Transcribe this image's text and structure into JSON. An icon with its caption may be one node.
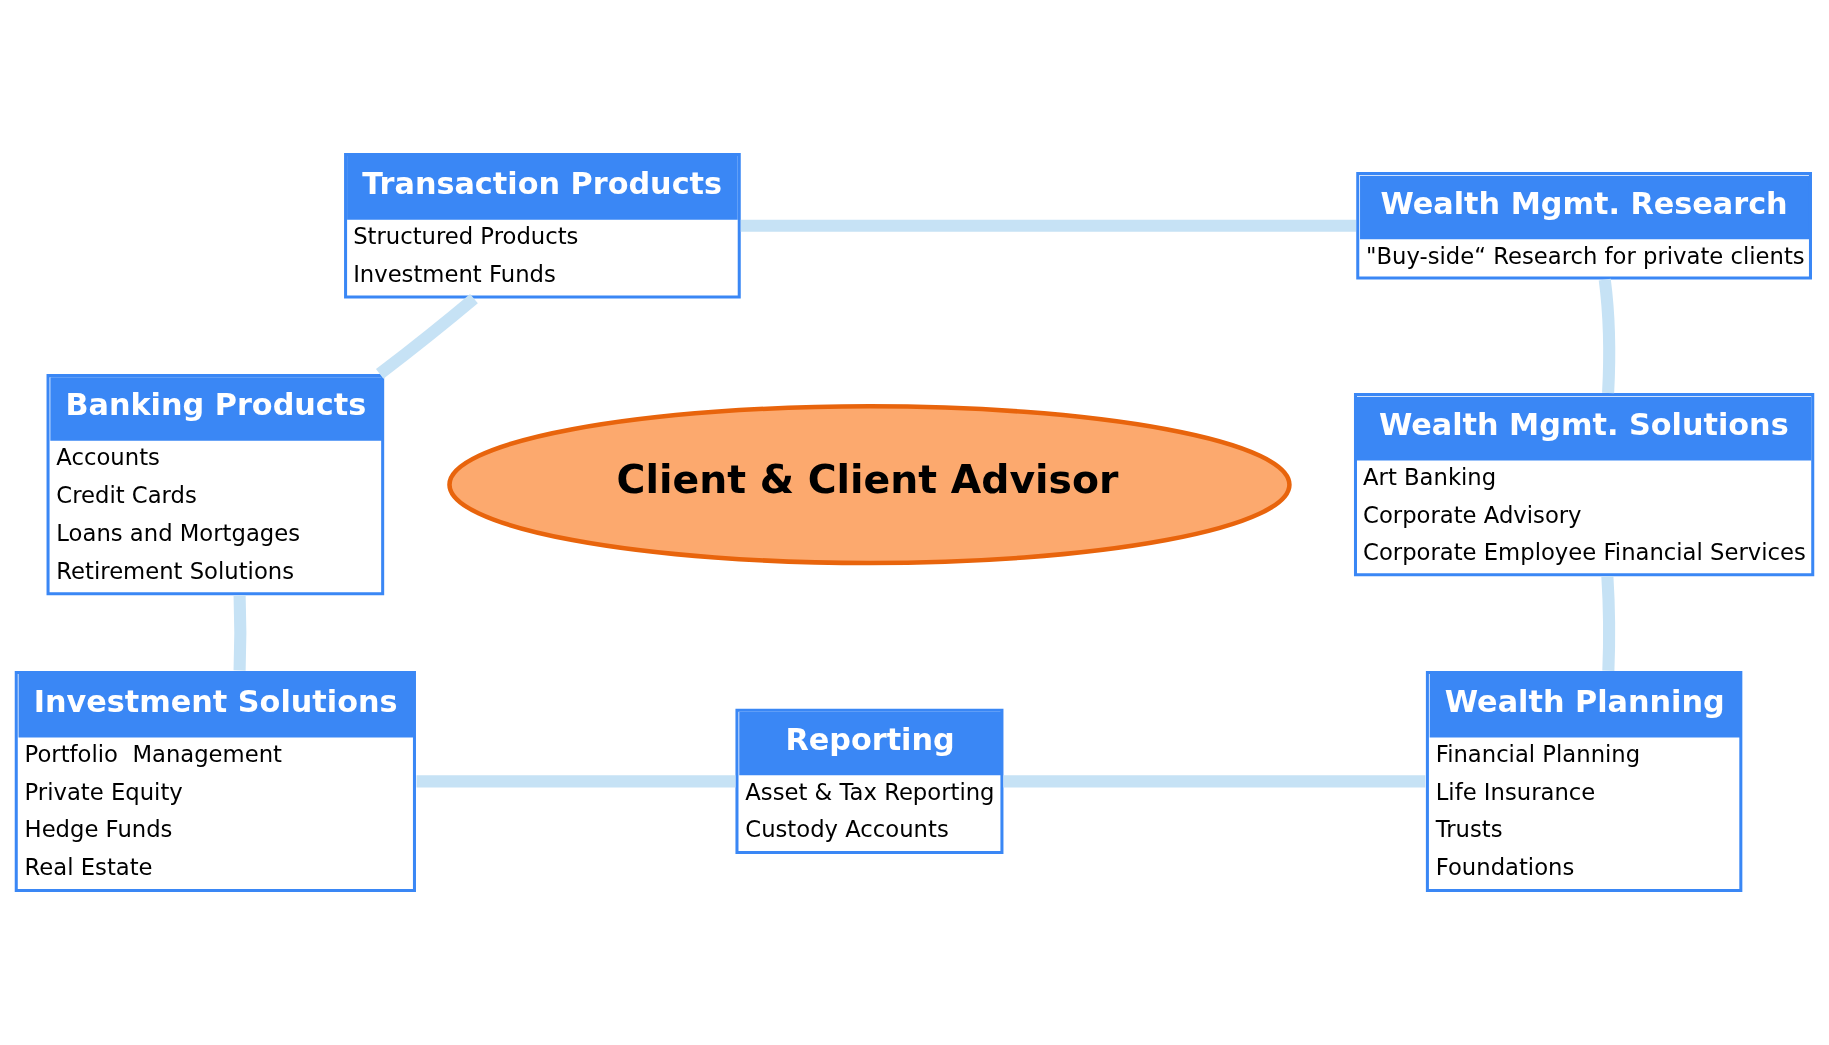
{
  "diagram": {
    "nodes": [
      {
        "text": [
          "Transaction Products",
          "Structured Products",
          "Investment Funds"
        ]
      },
      {
        "text": [
          "Wealth Mgmt. Research",
          "\"Buy-side“ Research for private clients"
        ]
      },
      {
        "text": [
          "Banking Products",
          "Accounts",
          "Credit Cards",
          "Loans and Mortgages",
          "Retirement Solutions"
        ]
      },
      {
        "text": [
          "Client & Client Advisor"
        ]
      },
      {
        "text": [
          "Wealth Mgmt. Solutions",
          "Art Banking",
          "Corporate Advisory",
          "Corporate Employee Financial Services"
        ]
      },
      {
        "text": [
          "Investment Solutions",
          "Portfolio  Management",
          "Private Equity",
          "Hedge Funds",
          "Real Estate"
        ]
      },
      {
        "text": [
          "Reporting",
          "Asset & Tax Reporting",
          "Custody Accounts"
        ]
      },
      {
        "text": [
          "Wealth Planning",
          "Financial Planning",
          "Life Insurance",
          "Trusts",
          "Foundations"
        ]
      }
    ],
    "edges": [
      {
        "from": 0,
        "to": 1,
        "arrow": "none"
      },
      {
        "from": 1,
        "to": 4,
        "arrow": "none"
      },
      {
        "from": 4,
        "to": 7,
        "arrow": "none"
      },
      {
        "from": 7,
        "to": 6,
        "arrow": "none"
      },
      {
        "from": 6,
        "to": 5,
        "arrow": "none"
      },
      {
        "from": 5,
        "to": 2,
        "arrow": "none"
      },
      {
        "from": 2,
        "to": 0,
        "arrow": "none"
      }
    ]
  }
}
